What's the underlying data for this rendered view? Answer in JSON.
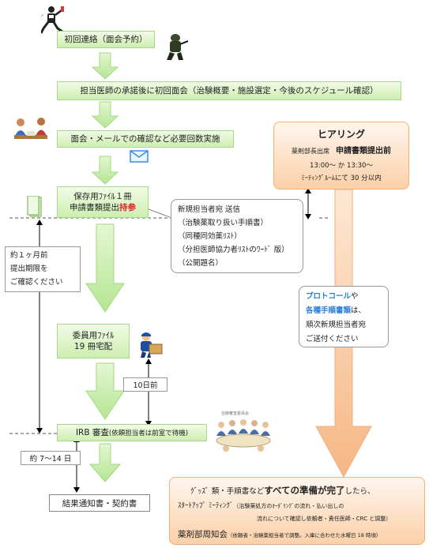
{
  "steps": {
    "s1": "初回連絡（面会予約）",
    "s2": "担当医師の承諾後に初回面会（治験概要・施設選定・今後のスケジュール確認）",
    "s3": "面会・メールでの確認など必要回数実施",
    "s4_line1": "保存用ﾌｧｲﾙ１冊",
    "s4_line2_a": "申請書類提出",
    "s4_line2_b": "持参",
    "s5_line1": "委員用ﾌｧｲﾙ",
    "s5_line2": "19 冊宅配",
    "s6_a": "IRB 審査",
    "s6_b": "(依頼担当者は前室で待機)",
    "s7": "結果通知書・契約書"
  },
  "notes": {
    "one_month": [
      "約１ヶ月前",
      "提出期限を",
      "ご確認ください"
    ],
    "ten_days": "10日前",
    "days_7_14": "約 7〜14 日",
    "new_contact": [
      "新規担当者宛 送信",
      "（治験薬取り扱い手順書）",
      "（同種同効薬ﾘｽﾄ）",
      "（分担医師協力者ﾘｽﾄのﾜｰﾄﾞ 版）",
      "（公開題名）"
    ],
    "protocol_a": "プロトコール",
    "protocol_b": "や",
    "protocol_c": "各種手順書類",
    "protocol_d": "は、",
    "protocol_e": "順次新規担当者宛",
    "protocol_f": "ご送付ください"
  },
  "hearing": {
    "title": "ヒアリング",
    "sub_a": "薬剤部長出席",
    "sub_b": "申請書類提出前",
    "time": "13:00〜 か 13:30〜",
    "place": "ﾐｰﾃｨﾝｸﾞﾙｰﾑにて 30 分以内"
  },
  "final": {
    "l1_a": "ｸﾞｯｽﾞ 類・手順書など",
    "l1_b": "すべての準備が完了",
    "l1_c": "したら、",
    "l2_a": "ｽﾀｰﾄｱｯﾌﾟ ﾐｰﾃｨﾝｸﾞ",
    "l2_b": "（治験薬処方のｵｰﾀﾞﾘﾝｸﾞの流れ・払い出しの",
    "l3": "流れについて確認し依頼者・責任医師・CRC と調整）",
    "l4_a": "薬剤部周知会",
    "l4_b": "（依頼者・治験薬担当者で調整。入庫に合わせた水曜日 18 時頃）"
  },
  "colors": {
    "green_box": "#cdeeb0",
    "green_arrow": "#b9e89a",
    "orange_box": "#fbd0a8",
    "orange_arrow": "#f8c08e",
    "red_text": "#e0202a",
    "blue_text": "#2a7fd6"
  },
  "icons": [
    "running-person-icon",
    "soldier-icon",
    "meeting-people-icon",
    "envelope-icon",
    "document-icon",
    "delivery-person-icon",
    "committee-meeting-icon"
  ]
}
